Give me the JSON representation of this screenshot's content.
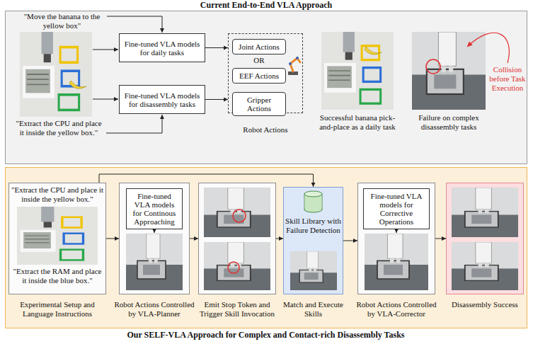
{
  "diagram": {
    "nodes": [
      {
        "text": [
          "Current End-to-End VLA Approach"
        ]
      },
      {
        "text": [
          "Fine-tuned VLA models for daily tasks"
        ],
        "in": 0
      },
      {
        "text": [
          "Fine-tuned VLA models for disassembly tasks"
        ],
        "in": 0
      },
      {
        "text": [
          "Robot Actions"
        ],
        "in": 0
      },
      {
        "text": [
          "Joint Actions"
        ],
        "in": 3
      },
      {
        "text": [
          "EEF Actions"
        ],
        "in": 3
      },
      {
        "text": [
          "Gripper Actions"
        ],
        "in": 3
      },
      {
        "text": [
          "Our SELF-VLA Approach for Complex and Contact-rich Disassembly Tasks"
        ]
      },
      {
        "text": [
          "\"Extract the CPU and place it inside the yellow box.\"",
          "\"Extract the RAM and place it inside the blue box.\"",
          "Experimental Setup and Language Instructions"
        ],
        "in": 7
      },
      {
        "text": [
          "Robot Actions Controlled by VLA-Planner"
        ],
        "in": 7
      },
      {
        "text": [
          "Fine-tuned VLA models for Continous Approaching"
        ],
        "in": 9
      },
      {
        "text": [
          "Emit Stop Token and Trigger Skill Invocation"
        ],
        "in": 7
      },
      {
        "text": [
          "Skill Library with Failure Detection",
          "Match and Execute Skills"
        ],
        "in": 7
      },
      {
        "text": [
          "Robot Actions Controlled by VLA-Corrector"
        ],
        "in": 7
      },
      {
        "text": [
          "Fine-tuned VLA models for Corrective Operations"
        ],
        "in": 13
      },
      {
        "text": [
          "Disassembly Success"
        ],
        "in": 7
      }
    ],
    "edges": [
      {
        "from": 1,
        "to": 3,
        "arrow": "to"
      },
      {
        "from": 2,
        "to": 3,
        "arrow": "to"
      },
      {
        "from": 8,
        "to": 9,
        "arrow": "to"
      },
      {
        "from": 9,
        "to": 11,
        "arrow": "to"
      },
      {
        "from": 11,
        "to": 12,
        "arrow": "to"
      },
      {
        "from": 12,
        "to": 13,
        "arrow": "to"
      },
      {
        "from": 13,
        "to": 15,
        "arrow": "to"
      },
      {
        "from": 8,
        "to": 12,
        "arrow": "to"
      }
    ],
    "labels": [
      "\"Move the banana to the yellow box\"",
      "\"Extract the CPU and place it inside the yellow box.\"",
      "OR",
      "Successful banana pick-and-place as a daily task",
      "Failure on complex disassembly tasks",
      "Collision before Task Execution"
    ]
  }
}
